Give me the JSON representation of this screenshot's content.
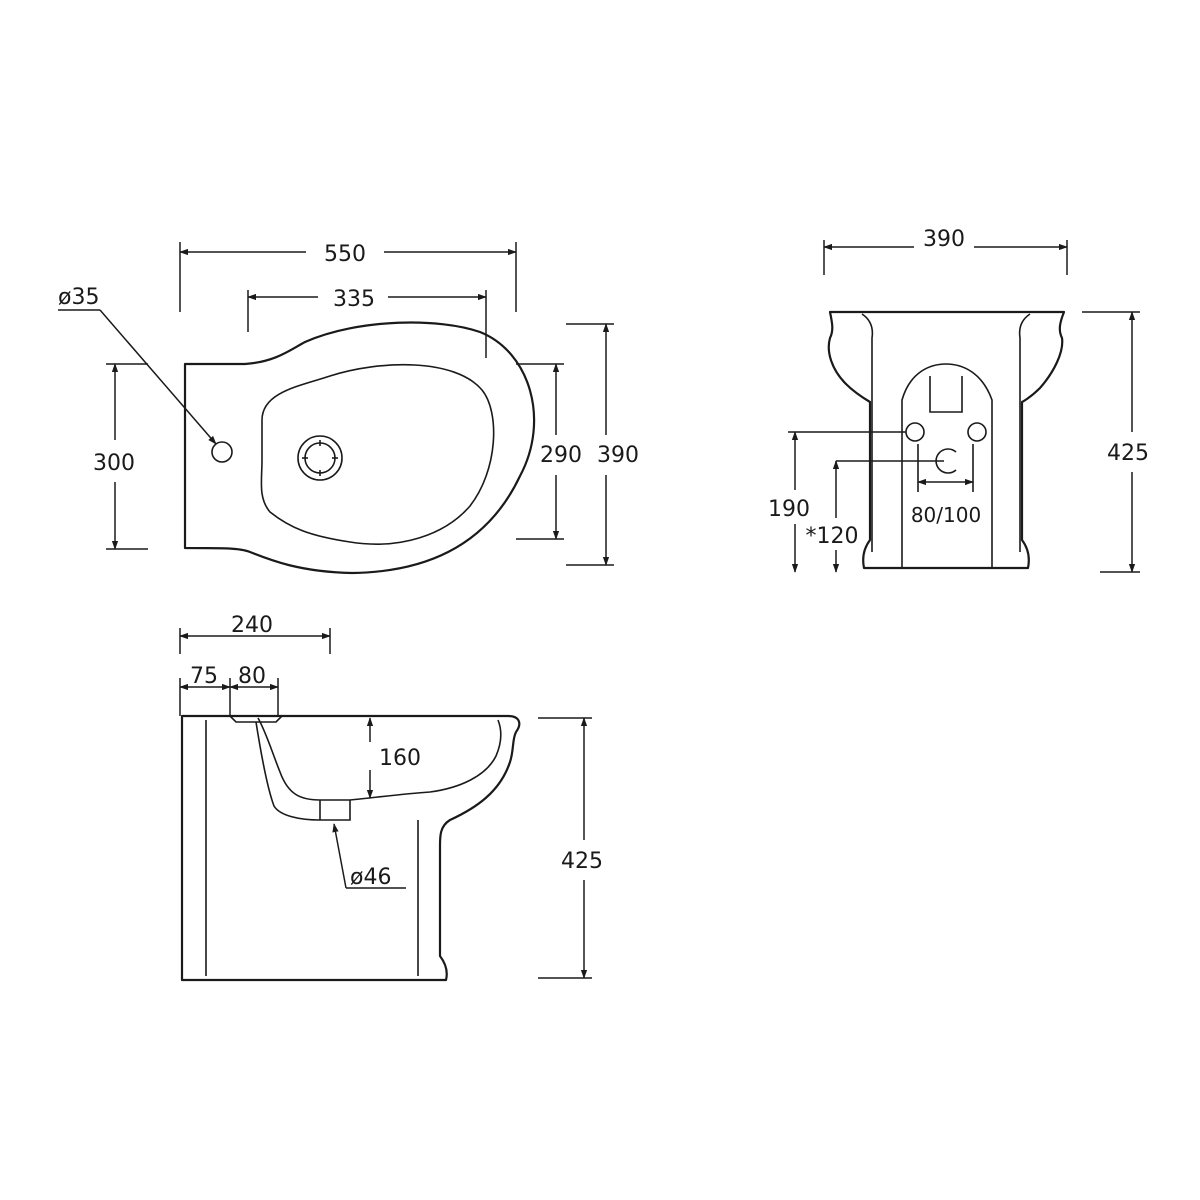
{
  "views": {
    "top": {
      "overall_width": "550",
      "bowl_width": "335",
      "tap_hole_diameter": "ø35",
      "base_depth": "300",
      "bowl_depth": "290",
      "overall_depth": "390"
    },
    "rear": {
      "overall_width": "390",
      "overall_height": "425",
      "fixing_height": "190",
      "waste_height": "*120",
      "fixing_spacing": "80/100"
    },
    "side": {
      "rear_to_waste": "240",
      "rear_to_tap": "75",
      "tap_to_bowl": "80",
      "bowl_depth": "160",
      "waste_diameter": "ø46",
      "overall_height": "425"
    }
  },
  "colors": {
    "line": "#1a1a1a",
    "background": "#ffffff"
  }
}
